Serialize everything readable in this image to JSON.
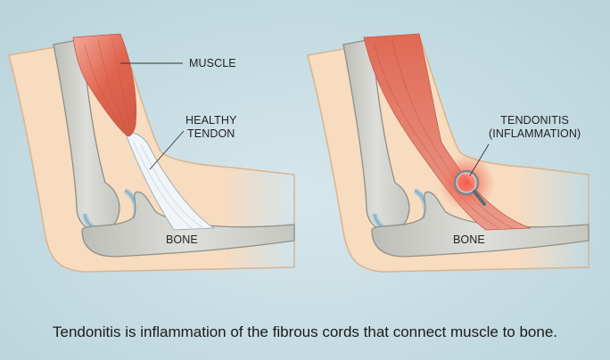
{
  "panels": [
    {
      "id": "healthy",
      "labels": {
        "muscle": "MUSCLE",
        "tendon_line1": "HEALTHY",
        "tendon_line2": "TENDON",
        "bone": "BONE"
      }
    },
    {
      "id": "tendonitis",
      "labels": {
        "condition_line1": "TENDONITIS",
        "condition_line2": "(INFLAMMATION)",
        "bone": "BONE"
      },
      "icon": "magnifying-glass-icon"
    }
  ],
  "caption": "Tendonitis is inflammation of the fibrous cords that connect muscle to bone.",
  "colors": {
    "background": "#c9dee4",
    "skin": "#f7dcc0",
    "skin_outline": "#d9b48f",
    "bone": "#cfcfca",
    "bone_outline": "#8f8f8a",
    "cartilage": "#a9c8d8",
    "muscle": "#e2705a",
    "tendon": "#f1f5f8",
    "inflammation": "#ff3b2f"
  }
}
